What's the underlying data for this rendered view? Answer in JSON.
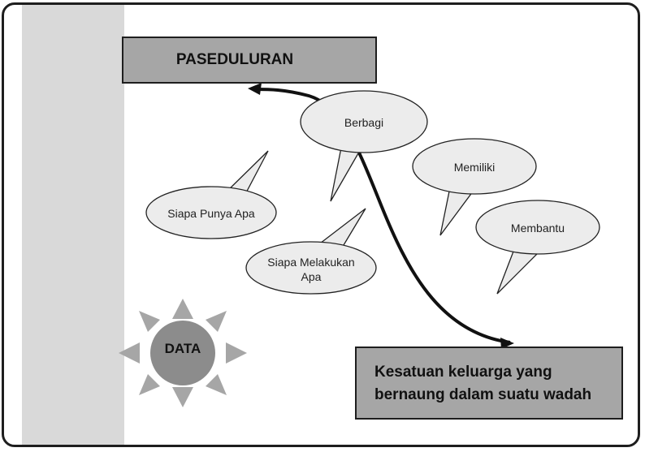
{
  "diagram": {
    "title_box": "PASEDULURAN",
    "result_box": [
      "Kesatuan keluarga yang",
      "bernaung dalam suatu wadah"
    ],
    "bubbles": {
      "berbagi": "Berbagi",
      "siapa_punya_apa": "Siapa Punya Apa",
      "siapa_melakukan_apa": [
        "Siapa Melakukan",
        "Apa"
      ],
      "memiliki": "Memiliki",
      "membantu": "Membantu"
    },
    "data_badge": "DATA"
  },
  "colors": {
    "box_fill": "#a6a6a6",
    "bubble_fill": "#ececec",
    "sun_fill": "#8c8c8c",
    "ray_fill": "#a6a6a6",
    "band_fill": "#d9d9d9",
    "border": "#1e1e1e"
  },
  "icons": {
    "sun": "sun-icon",
    "arrow": "curved-arrow"
  }
}
